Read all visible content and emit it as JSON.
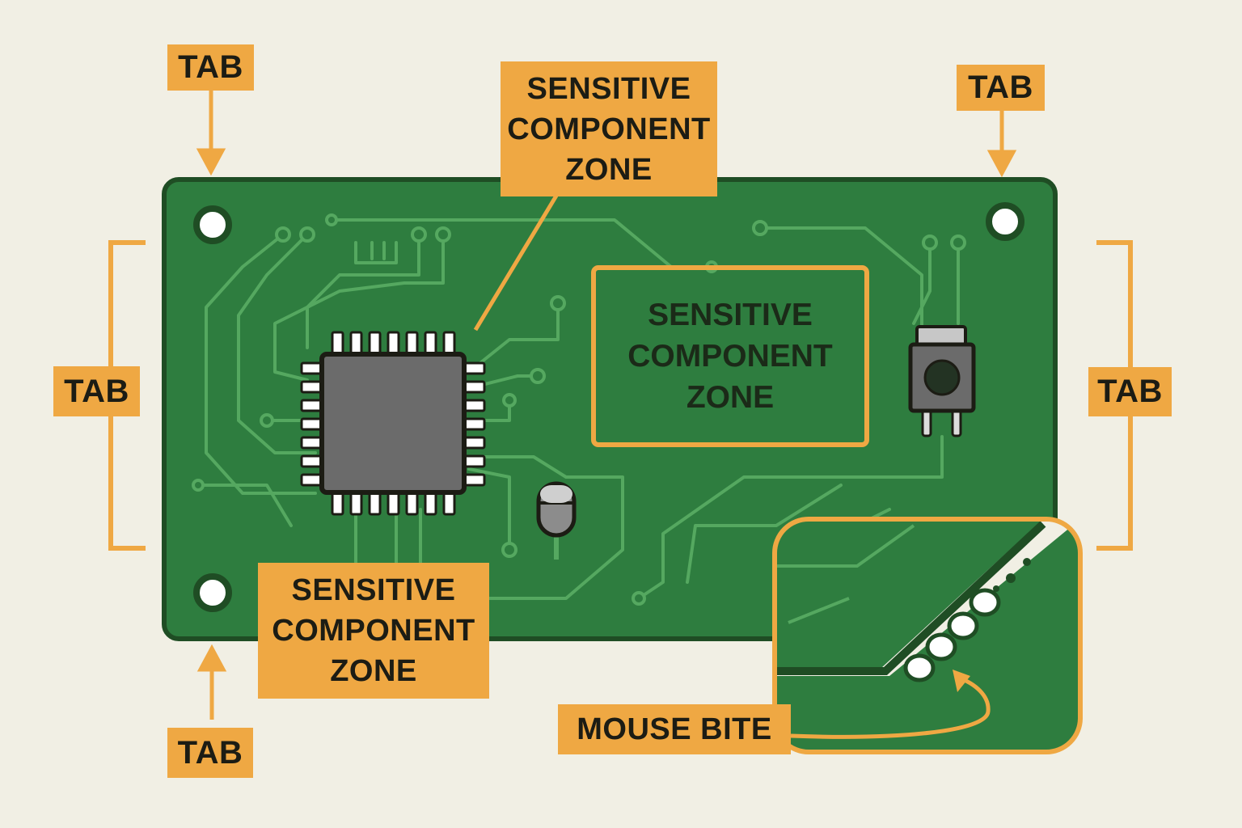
{
  "labels": {
    "tab_top_left": "TAB",
    "tab_top_right": "TAB",
    "tab_left": "TAB",
    "tab_right": "TAB",
    "tab_bottom_left": "TAB",
    "zone_top": [
      "SENSITIVE",
      "COMPONENT",
      "ZONE"
    ],
    "zone_center": [
      "SENSITIVE",
      "COMPONENT",
      "ZONE"
    ],
    "zone_bottom": [
      "SENSITIVE",
      "COMPONENT",
      "ZONE"
    ],
    "mouse_bite": "MOUSE BITE"
  },
  "colors": {
    "background": "#f1efe4",
    "board": "#2e7d3f",
    "board_border": "#1f4d24",
    "trace": "#55a860",
    "accent": "#efa843",
    "chip": "#6b6b6b"
  }
}
